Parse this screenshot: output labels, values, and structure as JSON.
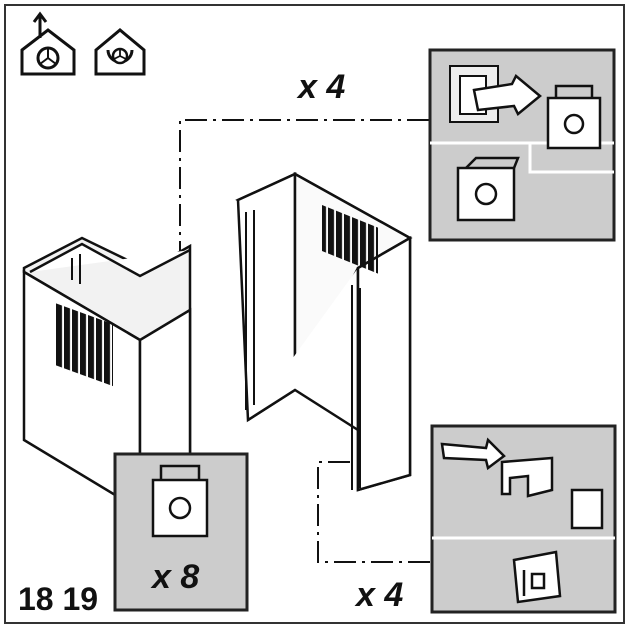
{
  "labels": {
    "qty_top": "x 4",
    "qty_left": "x 8",
    "qty_bottom": "x 4",
    "steps": "18 19"
  },
  "icons": {
    "mode_a": "extraction-mode-icon",
    "mode_b": "recirculation-mode-icon"
  },
  "colors": {
    "line": "#111111",
    "panel_fill": "#cccccc",
    "panel_border": "#222222",
    "vent": "#111111"
  }
}
